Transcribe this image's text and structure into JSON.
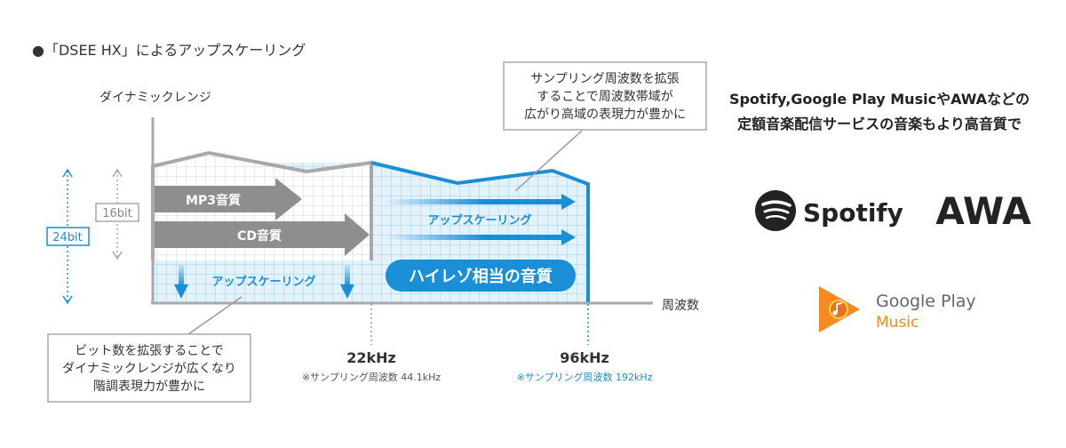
{
  "heading": "●「DSEE HX」によるアップスケーリング",
  "axis": {
    "y_label": "ダイナミックレンジ",
    "x_label": "周波数"
  },
  "bit_labels": {
    "bit16": "16bit",
    "bit24": "24bit"
  },
  "arrows": {
    "mp3": "MP3音質",
    "cd": "CD音質",
    "upscale_freq": "アップスケーリング",
    "upscale_bit": "アップスケーリング"
  },
  "hires_badge": "ハイレゾ相当の音質",
  "callouts": {
    "top": [
      "サンプリング周波数を拡張",
      "することで周波数帯域が",
      "広がり高域の表現力が豊かに"
    ],
    "bottom": [
      "ビット数を拡張することで",
      "ダイナミックレンジが広くなり",
      "階調表現力が豊かに"
    ]
  },
  "freq_marks": {
    "f22": {
      "label": "22kHz",
      "note": "※サンプリング周波数 44.1kHz"
    },
    "f96": {
      "label": "96kHz",
      "note": "※サンプリング周波数 192kHz"
    }
  },
  "services_text": [
    "Spotify,Google Play MusicやAWAなどの",
    "定額音楽配信サービスの音楽もより高音質で"
  ],
  "logos": {
    "spotify": "Spotify",
    "awa": "AWA",
    "gplay_line1": "Google Play",
    "gplay_line2": "Music"
  },
  "colors": {
    "accent_blue": "#1a8fd8",
    "gray": "#a8a8a8",
    "spotify_dark": "#222222",
    "gplay_orange": "#f58a1f"
  }
}
